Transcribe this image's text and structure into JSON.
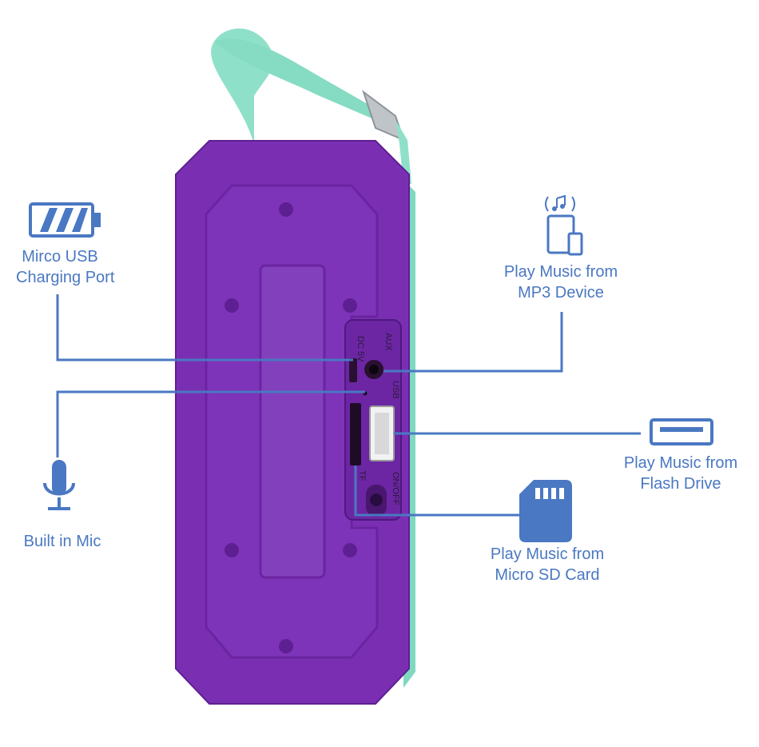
{
  "colors": {
    "accent": "#4a78c2",
    "speaker_body": "#7a2fb3",
    "strap": "#8fe0c9"
  },
  "ports": {
    "dc_label": "DC 5V",
    "aux_label": "AUX",
    "usb_label": "USB",
    "tf_label": "TF",
    "power_label": "ON/OFF"
  },
  "features": {
    "charging": {
      "icon": "battery-icon",
      "line1": "Mirco USB",
      "line2": "Charging Port"
    },
    "mic": {
      "icon": "microphone-icon",
      "line1": "Built in Mic"
    },
    "mp3": {
      "icon": "mobile-devices-music-icon",
      "line1": "Play Music from",
      "line2": "MP3 Device"
    },
    "flash": {
      "icon": "usb-drive-icon",
      "line1": "Play Music from",
      "line2": "Flash Drive"
    },
    "sd": {
      "icon": "sd-card-icon",
      "line1": "Play Music from",
      "line2": "Micro SD Card"
    }
  }
}
